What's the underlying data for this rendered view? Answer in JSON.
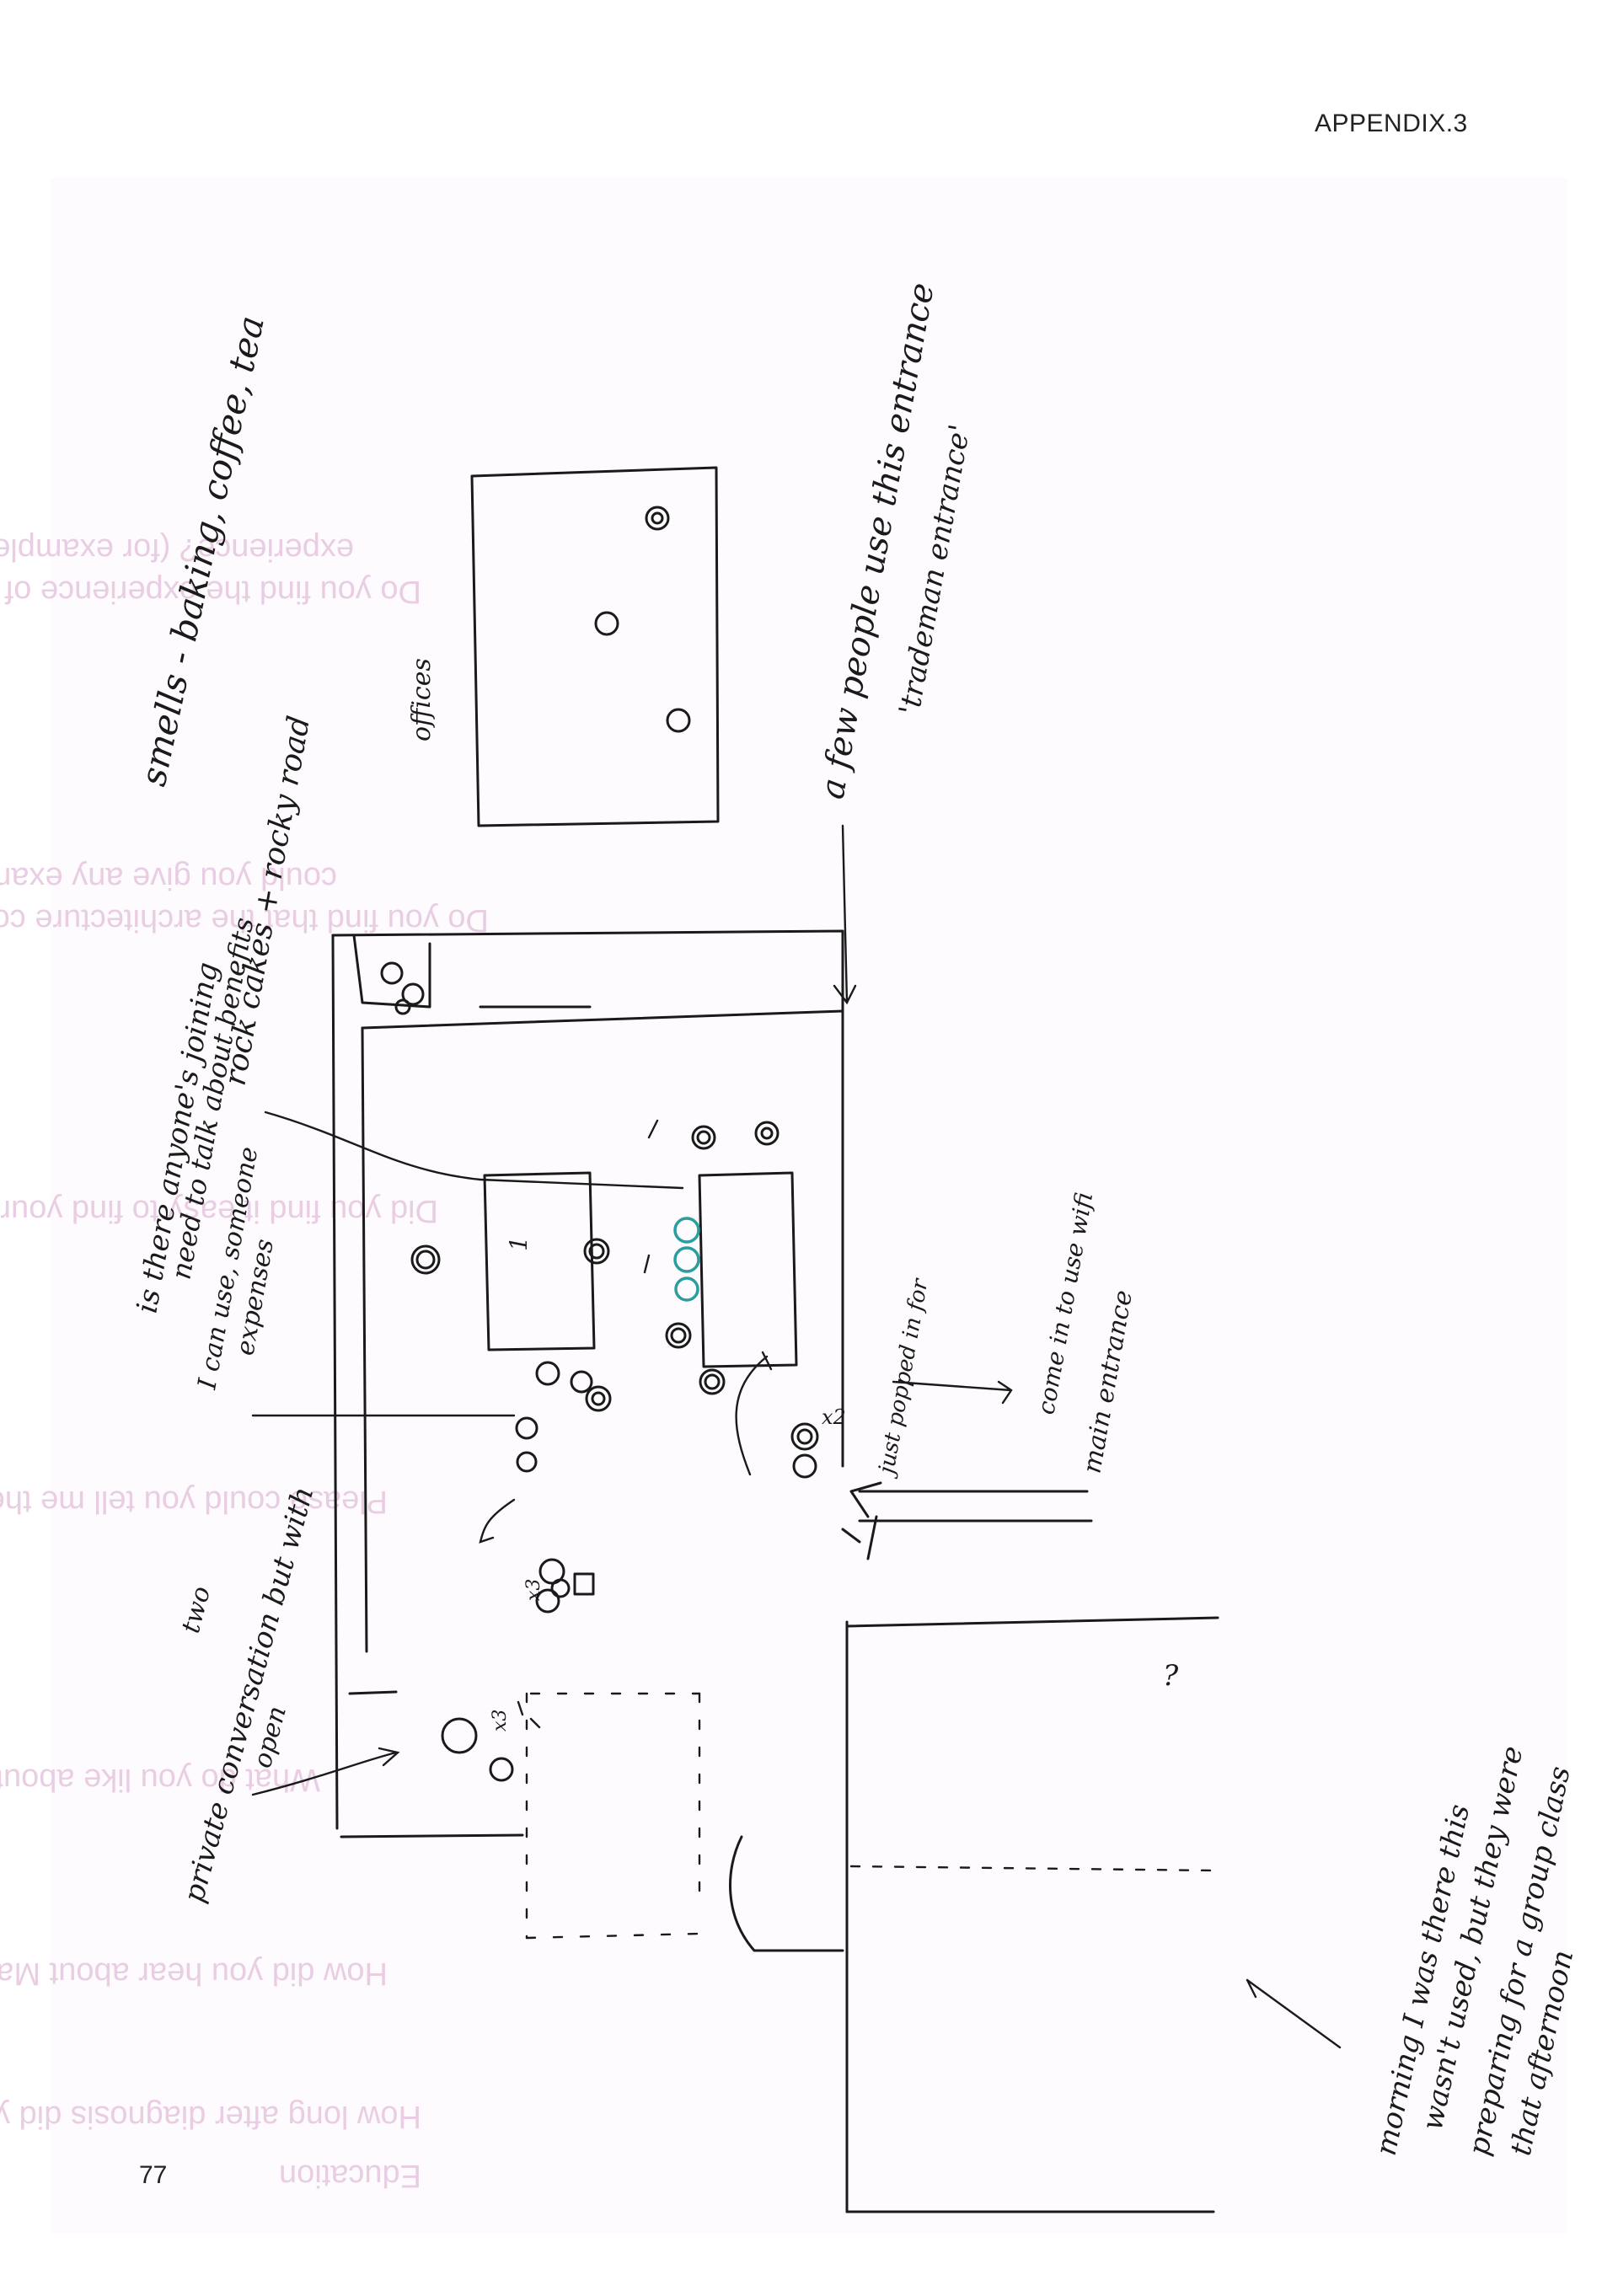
{
  "header": {
    "label": "APPENDIX.3"
  },
  "page": {
    "number": "77"
  },
  "ghost_text": [
    "experience? (for example, the waiting room environment)",
    "Do you find the experience of visiting the Centre differs to the hospital",
    "could you give any examples of how?",
    "Do you find that the architecture compliments the ethos of the charity? If so,",
    "Did you find it easy to find your way and settle in?",
    "Please could you tell me the reasons why?",
    "What do you like about this place?",
    "How did you hear about Maggie's Centres?",
    "How long after diagnosis did you come to the Maggie's Centre?",
    "Education"
  ],
  "annotations": {
    "smells": "smells - baking, coffee, tea",
    "entrance_use": "a few people use this entrance",
    "entrance_quote": "'trademan entrance'",
    "offices": "offices",
    "rock_cakes": "rock cakes + rocky road",
    "joining": "is there anyone's joining",
    "need_talk": "need to talk about benefits",
    "can_use": "I can use, someone",
    "expenses": "expenses",
    "come_in_wifi": "come in to use wifi",
    "just_popped": "just popped in for",
    "main_entrance": "main entrance",
    "private_conversation": "private conversation but with",
    "two": "two",
    "open": "open",
    "morning": "morning I was there this",
    "wasnt_used": "wasn't used, but they were",
    "preparing": "preparing for a group class",
    "afternoon": "that afternoon",
    "x3_a": "x3",
    "x3_b": "x3",
    "x2": "x2",
    "question": "?",
    "one": "1"
  }
}
